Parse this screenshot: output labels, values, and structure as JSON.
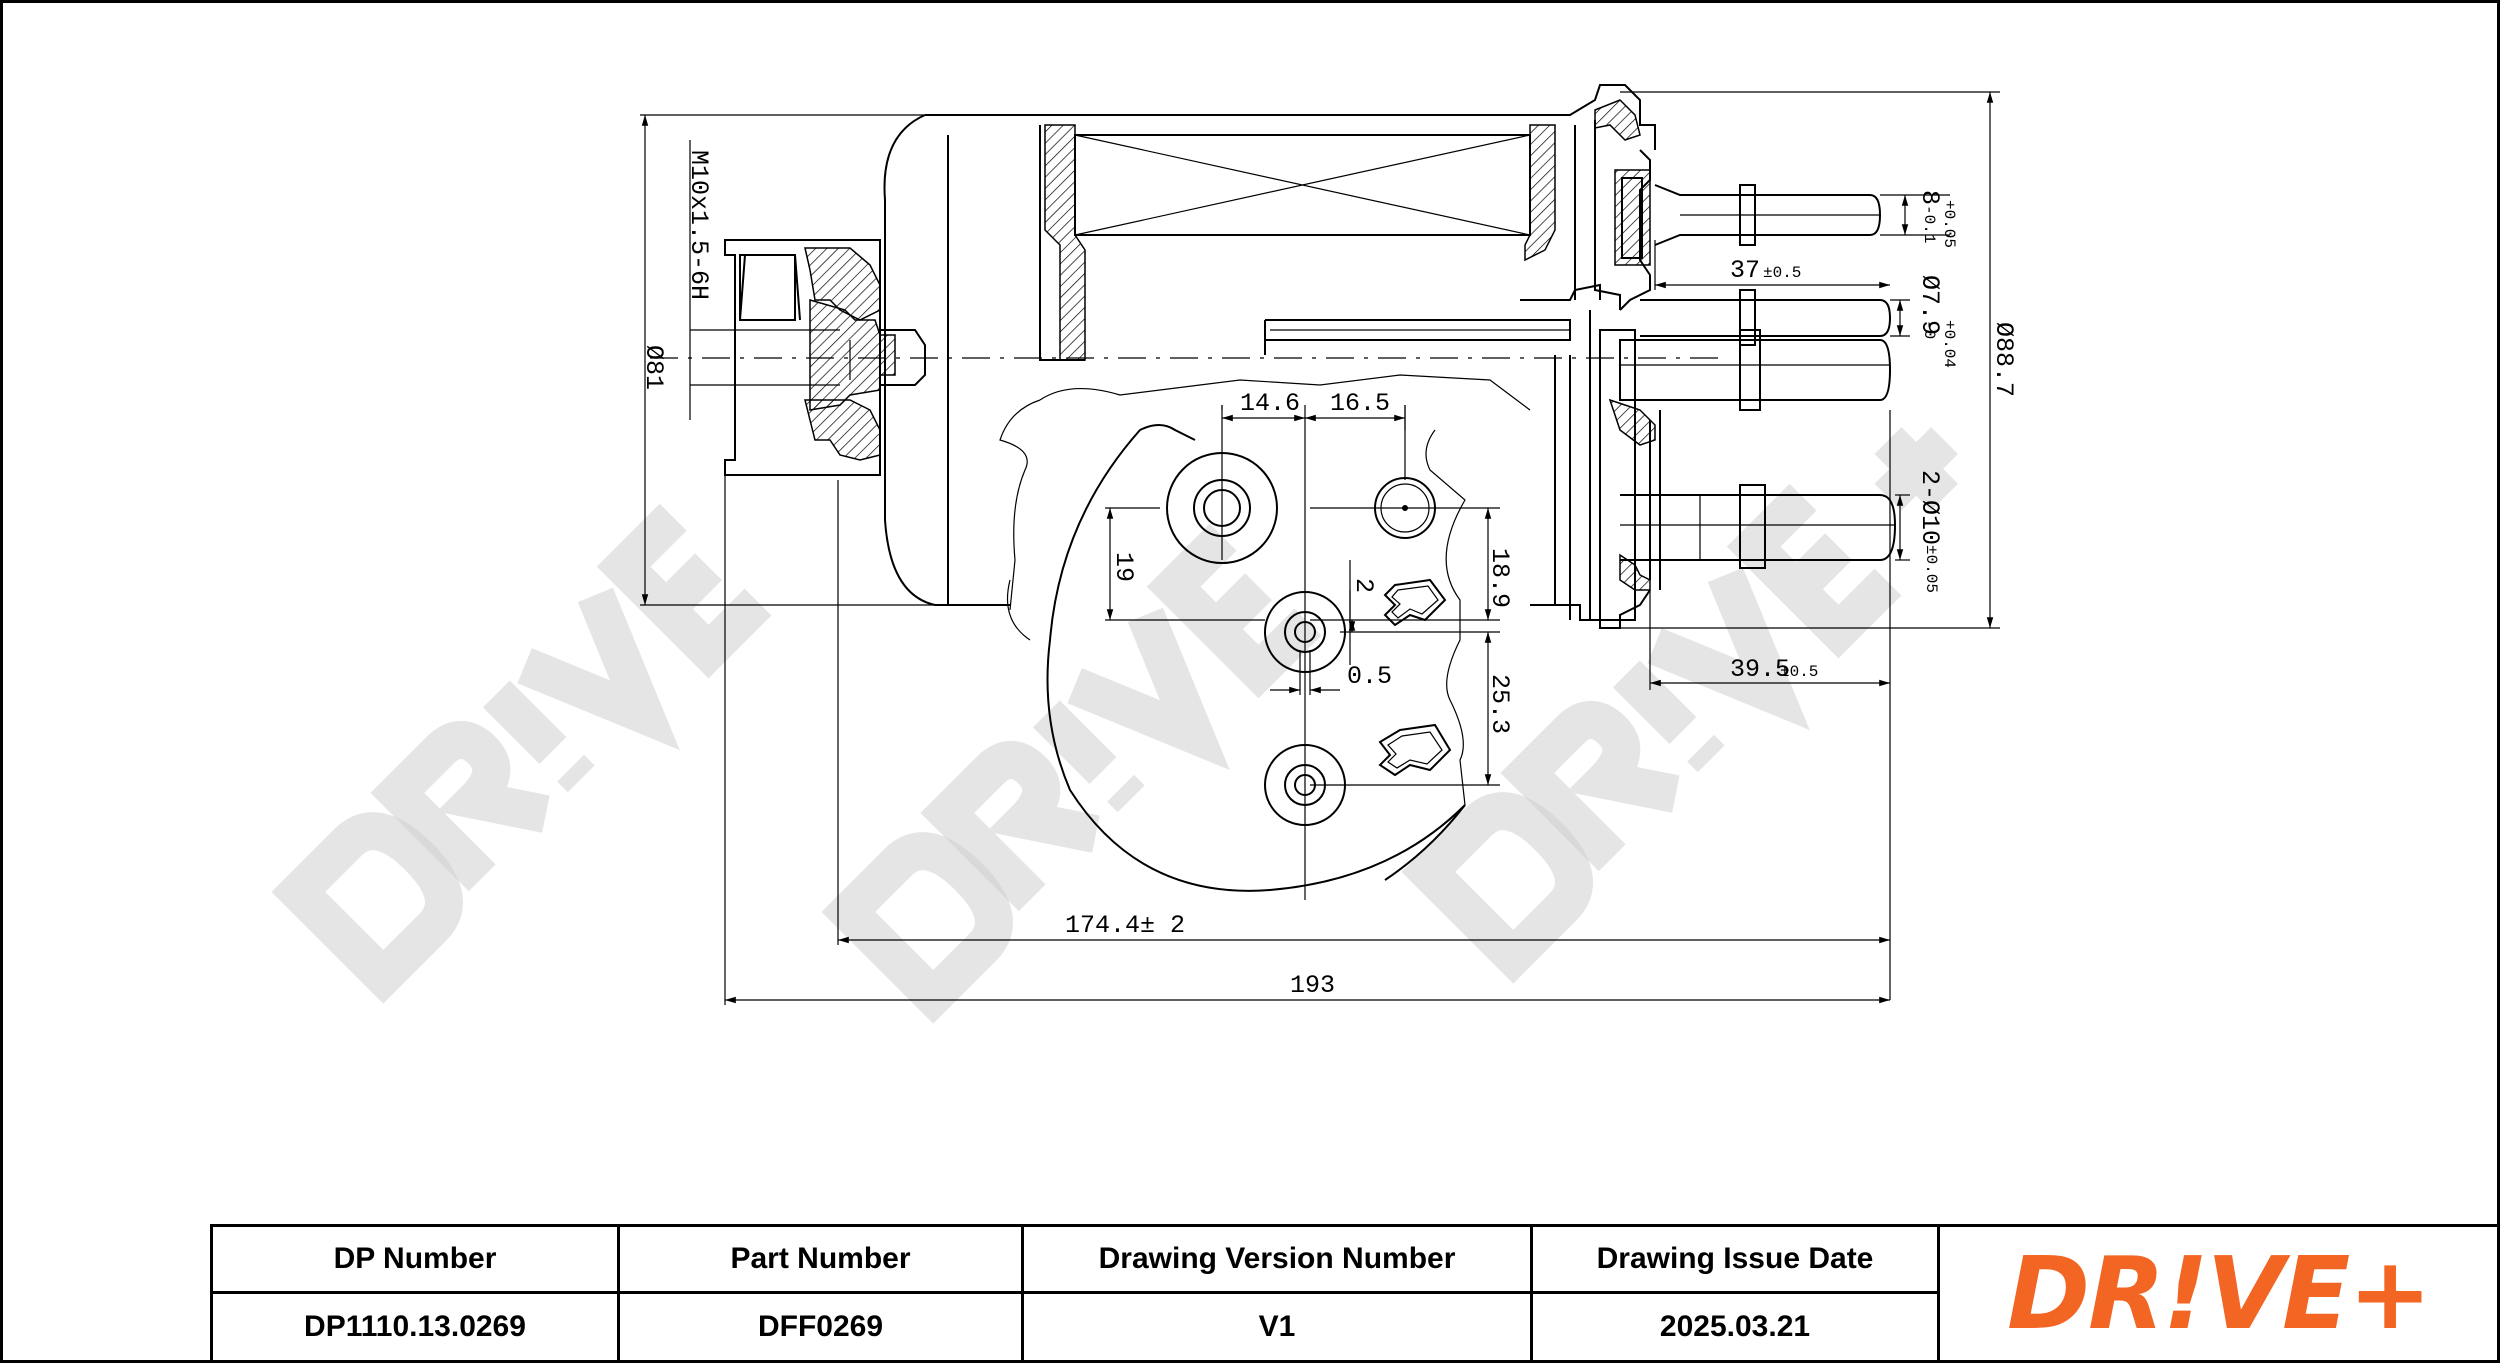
{
  "brand": {
    "logo_text": "DR!VE+",
    "accent_color": "#f26522",
    "watermark_text": "DR!VE+"
  },
  "dimensions": {
    "thread": "M10x1.5-6H",
    "d81": "Ø81",
    "d14_6": "14.6",
    "d16_5": "16.5",
    "d19": "19",
    "d18_9": "18.9",
    "d2": "2",
    "d0_5": "0.5",
    "d25_3": "25.3",
    "d174": "174.4± 2",
    "d193": "193",
    "d37": "37",
    "d37_tol": "±0.5",
    "d39": "39.5",
    "d39_tol": "±0.5",
    "d88_7": "Ø88.7",
    "d8": "8",
    "d8_tol_up": "+0.05",
    "d8_tol_dn": "-0.1",
    "d7_9": "Ø7.9",
    "d7_9_tol_up": "+0.04",
    "d7_9_tol_dn": "-0",
    "d10": "2-Ø10",
    "d10_tol": "±0.05"
  },
  "title_block": {
    "headers": {
      "dp_number": "DP Number",
      "part_number": "Part Number",
      "version": "Drawing Version Number",
      "issue_date": "Drawing Issue Date"
    },
    "values": {
      "dp_number": "DP1110.13.0269",
      "part_number": "DFF0269",
      "version": "V1",
      "issue_date": "2025.03.21"
    }
  }
}
